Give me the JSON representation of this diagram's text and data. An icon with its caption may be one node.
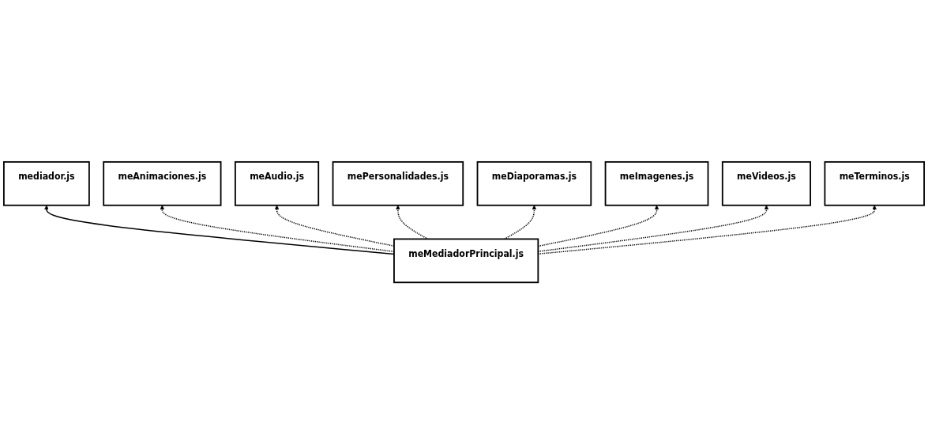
{
  "diagram": {
    "nodes": [
      {
        "text": [
          "mediador.js"
        ]
      },
      {
        "text": [
          "meTerminos.js"
        ]
      },
      {
        "text": [
          "meAnimaciones.js"
        ]
      },
      {
        "text": [
          "meMediadorPrincipal.js"
        ]
      },
      {
        "text": [
          "meVideos.js"
        ]
      },
      {
        "text": [
          "meAudio.js"
        ]
      },
      {
        "text": [
          "meImagenes.js"
        ]
      },
      {
        "text": [
          "mePersonalidades.js"
        ]
      },
      {
        "text": [
          "meDiaporamas.js"
        ]
      }
    ],
    "edges": [
      {
        "from": 3,
        "to": 0,
        "arrow": "to"
      },
      {
        "from": 3,
        "to": 2,
        "arrow": "to",
        "style": "dashed"
      },
      {
        "from": 3,
        "to": 5,
        "arrow": "to",
        "style": "dashed"
      },
      {
        "from": 3,
        "to": 7,
        "arrow": "to",
        "style": "dashed"
      },
      {
        "from": 3,
        "to": 8,
        "arrow": "to",
        "style": "dashed"
      },
      {
        "from": 3,
        "to": 6,
        "arrow": "to",
        "style": "dashed"
      },
      {
        "from": 3,
        "to": 4,
        "arrow": "to",
        "style": "dashed"
      },
      {
        "from": 3,
        "to": 1,
        "arrow": "to",
        "style": "dashed"
      }
    ]
  }
}
